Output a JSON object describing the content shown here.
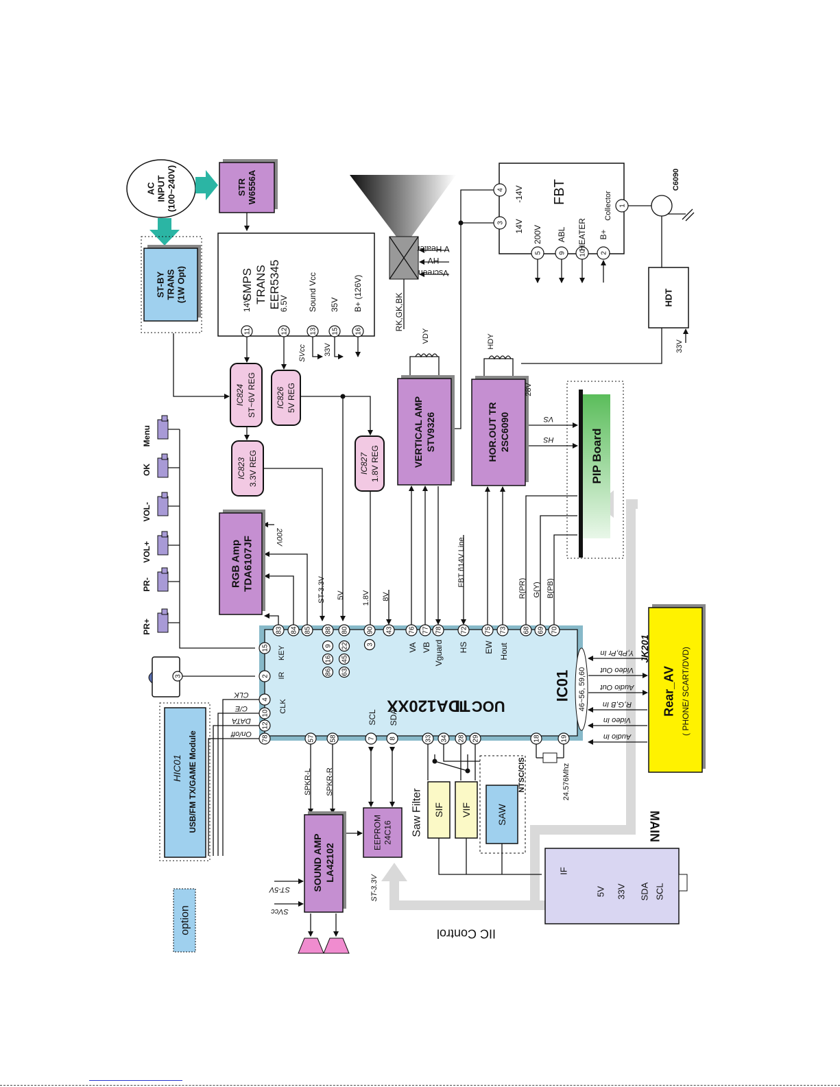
{
  "colors": {
    "purple": "#c58fd1",
    "pink": "#f2c9e3",
    "lightblue": "#cfeaf5",
    "blue": "#9fd0ee",
    "yellow": "#fff200",
    "paleyellow": "#fbf9c6",
    "lavender": "#d9d6f2",
    "green": "#8fd28f",
    "teal": "#2bb5a4",
    "gray": "#d9d9d9",
    "button": "#a89ad6",
    "speaker": "#f08ccf"
  },
  "nodes": {
    "ac_input": "AC\nINPUT\n(100~240V)",
    "str": "STR\nW6556A",
    "stby": "ST-BY\nTRANS\n(1W Opt)",
    "smps": "SMPS\nTRANS\nEER5345",
    "fbt": "FBT",
    "c6090": "C6090",
    "hdt": "HDT",
    "ic824": "IC824",
    "ic824_sub": "ST~6V REG",
    "ic826": "IC826",
    "ic826_sub": "5V REG",
    "ic823": "IC823",
    "ic823_sub": "3.3V REG",
    "ic827": "IC827",
    "ic827_sub": "1.8V REG",
    "vert_amp": "VERTICAL AMP\nSTV9326",
    "hor_out": "HOR.OUT TR\n2SC6090",
    "pip": "PIP Board",
    "rgb_amp": "RGB Amp\nTDA6107JF",
    "uoc": "UOC III",
    "tda": "TDA120XX",
    "ic01": "IC01",
    "rear_av": "Rear_AV",
    "rear_av_sub": "( PHONE/ SCART/DVD)",
    "jk201": "JK201",
    "hic01": "HIC01",
    "usb": "USB/FM TX/GAME  Module",
    "sound_amp": "SOUND AMP\nLA42102",
    "eeprom": "EEPROM\n24C16",
    "saw_filter": "Saw Filter",
    "sif": "SIF",
    "vif": "VIF",
    "saw": "SAW",
    "ntsc": "NTSC/CIS",
    "main": "MAIN",
    "iic": "IIC Control",
    "option": "option"
  },
  "buttons": [
    "PR+",
    "PR-",
    "VOL+",
    "VOL-",
    "OK",
    "Menu"
  ],
  "smps_pins": [
    {
      "n": "11",
      "label": "14V"
    },
    {
      "n": "12",
      "label": "6.5V"
    },
    {
      "n": "13",
      "label": "Sound Vcc"
    },
    {
      "n": "15",
      "label": "35V"
    },
    {
      "n": "16",
      "label": "B+  (126V)"
    }
  ],
  "smps_out": {
    "svcc": "SVcc",
    "v33": "33V"
  },
  "fbt_pins": [
    {
      "n": "4",
      "label": "-14V"
    },
    {
      "n": "3",
      "label": "14V"
    },
    {
      "n": "5",
      "label": "200V"
    },
    {
      "n": "9",
      "label": "ABL"
    },
    {
      "n": "10",
      "label": "HEATER"
    },
    {
      "n": "2",
      "label": "B+"
    },
    {
      "n": "1",
      "label": "Collector"
    }
  ],
  "crt_labels": [
    "V Heater",
    "HV",
    "Vscreen",
    "RK,GK,BK"
  ],
  "yoke": {
    "vdy": "VDY",
    "hdy": "HDY"
  },
  "rails": {
    "v28": "28V",
    "v33": "33V",
    "v200": "200V",
    "st33": "ST-3.3V",
    "v5": "5V",
    "v18": "1.8V",
    "v8": "8V",
    "fbt14": "FBT ñ14V Line",
    "vs": "VS",
    "hs": "HS",
    "rpr": "R(PR)",
    "gy": "G(Y)",
    "bpb": "B(PB)",
    "st5": "ST-5V",
    "svcc": "SVcc",
    "st33b": "ST-3.3V",
    "crystal": "24.576Mhz"
  },
  "uoc_top_pins": [
    "83",
    "84",
    "85",
    "88",
    "80",
    "90",
    "43",
    "76",
    "77",
    "78",
    "72",
    "75",
    "73",
    "68",
    "69",
    "70"
  ],
  "uoc_pwr_pins": [
    [
      "9",
      "16",
      "86"
    ],
    [
      "22",
      "45",
      "63"
    ]
  ],
  "uoc_pin3": "3",
  "uoc_left_pins": [
    "15",
    "2",
    "4",
    "10",
    "12",
    "78"
  ],
  "uoc_bottom_pins": [
    "57",
    "58",
    "7",
    "8",
    "33",
    "34",
    "28",
    "29",
    "18",
    "19"
  ],
  "uoc_labels": {
    "key": "KEY",
    "ir": "IR",
    "clk": "CLK",
    "va": "VA",
    "vb": "VB",
    "vguard": "Vguard",
    "hs": "HS",
    "ew": "EW",
    "hout": "Hout",
    "scl": "SCL",
    "sda": "SDA",
    "av_pins": "46~56,  59,60"
  },
  "ctrl_signals": [
    "CLK",
    "C/E",
    "DATA",
    "On/off"
  ],
  "ir_pin": "3",
  "speaker_signals": [
    "SPKR-L",
    "SPKR-R"
  ],
  "av_signals": [
    "Y,Pb,Pr In",
    "Video Out",
    "Audio Out",
    "R,G,B In",
    "Video In",
    "Audio In"
  ],
  "main_pins": [
    "IF",
    "5V",
    "33V",
    "SDA",
    "SCL"
  ]
}
